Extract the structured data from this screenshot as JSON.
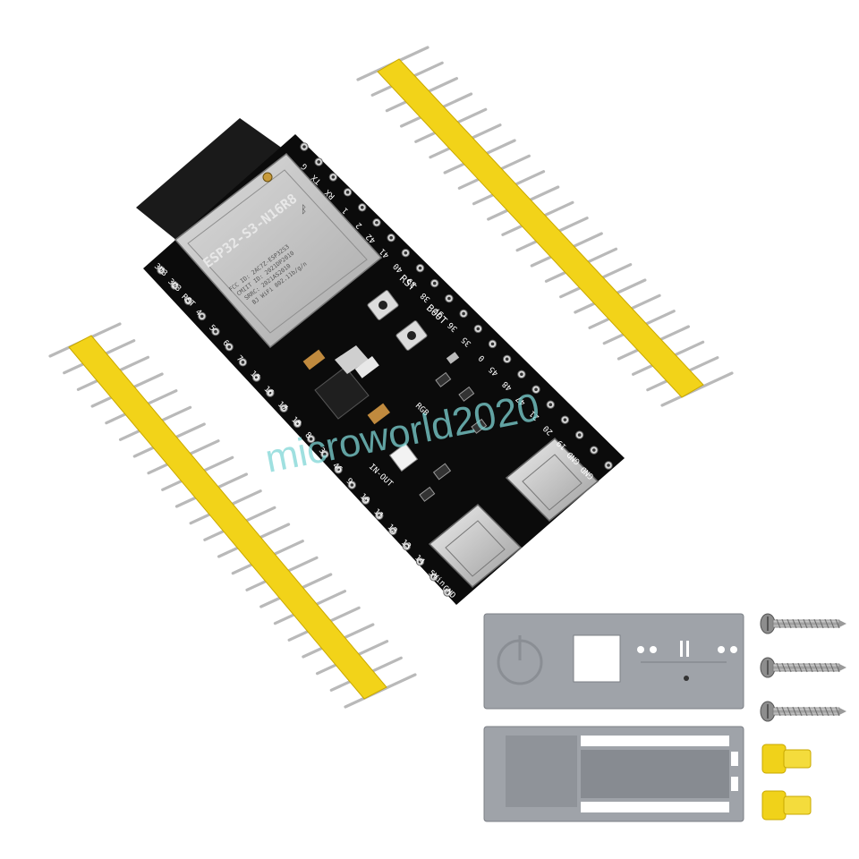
{
  "product": {
    "module_label": "ESP32-S3-N16R8",
    "module_small_text": [
      "FCC ID: 2AC7Z-ESP32S3",
      "CMIIT ID: 2021DP2010",
      "SRRC: 2021AS2010",
      "BJ WiFi 802.11b/g/n"
    ],
    "buttons": [
      "RST",
      "BOOT"
    ],
    "left_pins": [
      "3V3",
      "3V3",
      "RST",
      "4",
      "5",
      "6",
      "7",
      "15",
      "16",
      "17",
      "18",
      "8",
      "3",
      "46",
      "9",
      "10",
      "11",
      "12",
      "13",
      "14",
      "5Vin",
      "GND"
    ],
    "right_pins": [
      "G",
      "TX",
      "RX",
      "1",
      "2",
      "42",
      "41",
      "40",
      "39",
      "38",
      "37",
      "36",
      "35",
      "0",
      "45",
      "48",
      "47",
      "21",
      "20",
      "19",
      "GND",
      "GND"
    ],
    "misc_labels": [
      "RGB",
      "IN-OUT"
    ],
    "watermark": "microworld2020"
  },
  "colors": {
    "pcb": "#0b0b0b",
    "header_plastic": "#f2d319",
    "pin_metal": "#b9b9b9",
    "module_shield": "#c8c8c8",
    "antenna": "#1a1a1a",
    "case_grey": "#9fa3a9",
    "knob_yellow": "#f0d21a",
    "watermark": "#7fd6d6"
  }
}
